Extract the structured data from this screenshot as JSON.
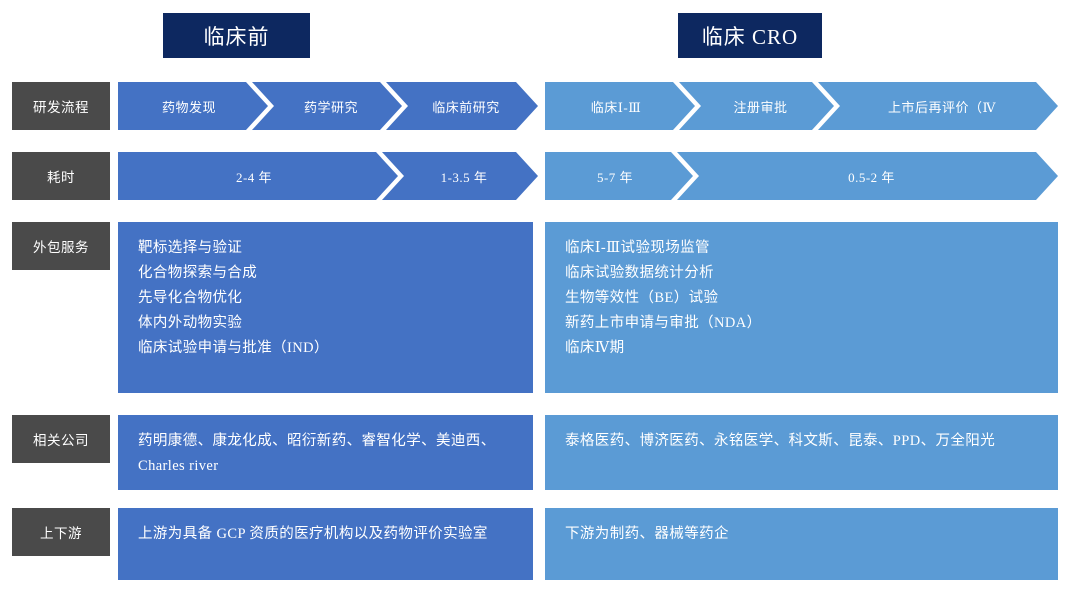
{
  "banners": {
    "preclinical": "临床前",
    "clinical_cro": "临床 CRO"
  },
  "colors": {
    "banner_navy": "#0D2860",
    "label_gray": "#4A4A4A",
    "preclinical_blue": "#4472C4",
    "clinical_blue": "#5B9BD5",
    "text_white": "#FFFFFF",
    "background": "#FFFFFF"
  },
  "rows": {
    "process": {
      "label": "研发流程",
      "left_steps": [
        "药物发现",
        "药学研究",
        "临床前研究"
      ],
      "right_steps": [
        "临床Ⅰ-Ⅲ",
        "注册审批",
        "上市后再评价（Ⅳ"
      ]
    },
    "time": {
      "label": "耗时",
      "left_steps": [
        "2-4 年",
        "1-3.5 年"
      ],
      "right_steps": [
        "5-7 年",
        "0.5-2 年"
      ]
    },
    "service": {
      "label": "外包服务",
      "left_items": [
        "靶标选择与验证",
        "化合物探索与合成",
        "先导化合物优化",
        "体内外动物实验",
        "临床试验申请与批准（IND）"
      ],
      "right_items": [
        "临床Ⅰ-Ⅲ试验现场监管",
        "临床试验数据统计分析",
        "生物等效性（BE）试验",
        "新药上市申请与审批（NDA）",
        "临床Ⅳ期"
      ]
    },
    "company": {
      "label": "相关公司",
      "left_text": "药明康德、康龙化成、昭衍新药、睿智化学、美迪西、Charles river",
      "right_text": "泰格医药、博济医药、永铭医学、科文斯、昆泰、PPD、万全阳光"
    },
    "stream": {
      "label": "上下游",
      "left_text": "上游为具备 GCP 资质的医疗机构以及药物评价实验室",
      "right_text": "下游为制药、器械等药企"
    }
  }
}
